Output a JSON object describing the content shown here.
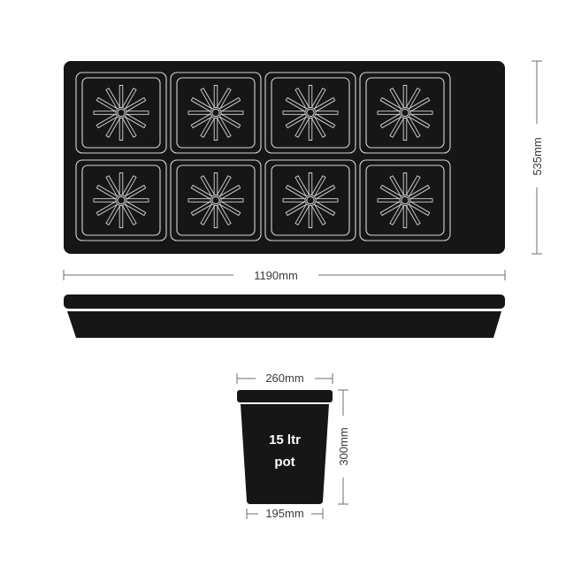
{
  "colors": {
    "tray": "#161616",
    "line": "#d6d6d6",
    "dimension": "#6e6e6e",
    "text": "#3a3a3a",
    "background": "#ffffff"
  },
  "tray": {
    "width_label": "1190mm",
    "depth_label": "535mm",
    "rows": 2,
    "columns": 4,
    "pot_positions": 8
  },
  "pot": {
    "label_line1": "15 ltr",
    "label_line2": "pot",
    "top_diameter_label": "260mm",
    "height_label": "300mm",
    "base_diameter_label": "195mm"
  }
}
